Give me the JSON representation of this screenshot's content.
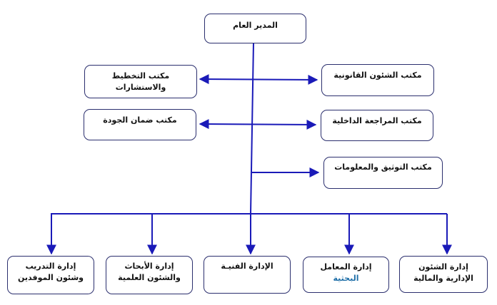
{
  "chart": {
    "root": {
      "label": "المدير العام"
    },
    "left_offices": [
      {
        "lines": [
          "مكتب التخطيط",
          "والاستشارات"
        ]
      },
      {
        "lines": [
          "مكتب ضمان الجودة"
        ]
      }
    ],
    "right_offices": [
      {
        "lines": [
          "مكتب الشئون القانونية"
        ]
      },
      {
        "lines": [
          "مكتب المراجعة الداخلية"
        ]
      },
      {
        "lines": [
          "مكتب التوثيق والمعلومات"
        ]
      }
    ],
    "departments": [
      {
        "lines": [
          "إدارة التدريب",
          "وشئون الموفدين"
        ]
      },
      {
        "lines": [
          "إدارة الأبحاث",
          "والشئون العلمية"
        ]
      },
      {
        "lines": [
          "الإدارة الفنيـة"
        ]
      },
      {
        "lines": [
          "إدارة المعامل",
          "البحثية"
        ]
      },
      {
        "lines": [
          "إدارة الشئون",
          "الإدارية والمالية"
        ]
      }
    ]
  },
  "colors": {
    "connector": "#1a1ab8",
    "border": "#2b2f6e"
  }
}
